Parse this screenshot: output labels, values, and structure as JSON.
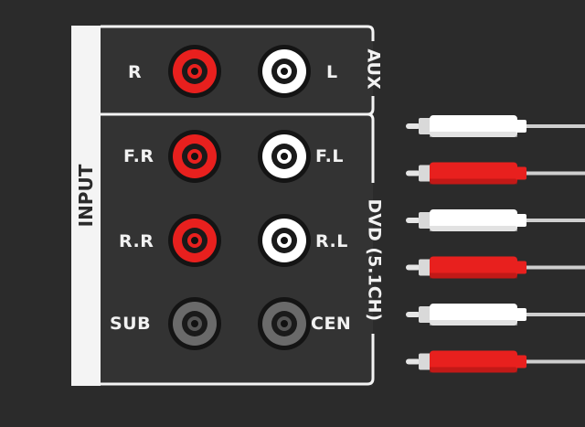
{
  "panel": {
    "input_label": "INPUT",
    "aux_label": "AUX",
    "dvd_label": "DVD (5.1CH)"
  },
  "jacks": [
    {
      "id": "R",
      "label": "R",
      "color": "#e8201e"
    },
    {
      "id": "L",
      "label": "L",
      "color": "#ffffff"
    },
    {
      "id": "FR",
      "label": "F.R",
      "color": "#e8201e"
    },
    {
      "id": "FL",
      "label": "F.L",
      "color": "#ffffff"
    },
    {
      "id": "RR",
      "label": "R.R",
      "color": "#e8201e"
    },
    {
      "id": "RL",
      "label": "R.L",
      "color": "#ffffff"
    },
    {
      "id": "SUB",
      "label": "SUB",
      "color": "#6a6a6a"
    },
    {
      "id": "CEN",
      "label": "CEN",
      "color": "#6a6a6a"
    }
  ],
  "plugs": [
    {
      "color": "#ffffff"
    },
    {
      "color": "#e8201e"
    },
    {
      "color": "#ffffff"
    },
    {
      "color": "#e8201e"
    },
    {
      "color": "#ffffff"
    },
    {
      "color": "#e8201e"
    }
  ],
  "colors": {
    "background": "#2b2b2b",
    "panel": "#333333",
    "border": "#f2f2f2"
  }
}
